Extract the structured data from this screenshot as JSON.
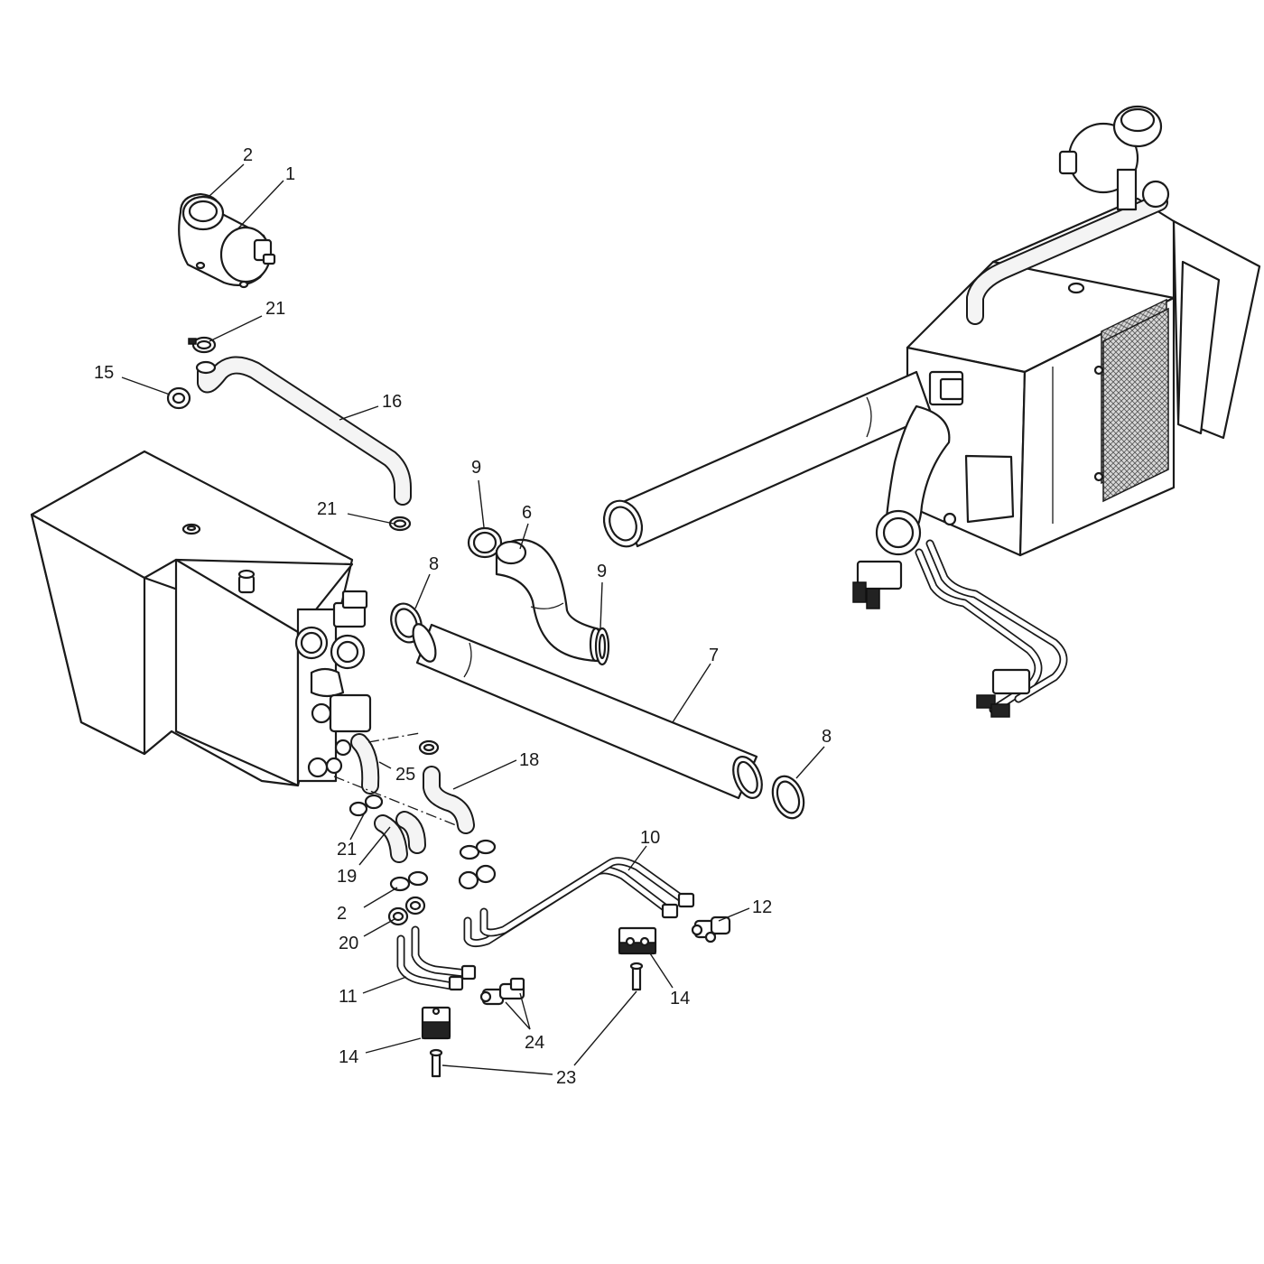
{
  "callouts": [
    {
      "id": "c1",
      "label": "1"
    },
    {
      "id": "c2a",
      "label": "2"
    },
    {
      "id": "c21a",
      "label": "21"
    },
    {
      "id": "c15",
      "label": "15"
    },
    {
      "id": "c16",
      "label": "16"
    },
    {
      "id": "c21b",
      "label": "21"
    },
    {
      "id": "c9a",
      "label": "9"
    },
    {
      "id": "c6",
      "label": "6"
    },
    {
      "id": "c8a",
      "label": "8"
    },
    {
      "id": "c9b",
      "label": "9"
    },
    {
      "id": "c7",
      "label": "7"
    },
    {
      "id": "c8b",
      "label": "8"
    },
    {
      "id": "c25",
      "label": "25"
    },
    {
      "id": "c18",
      "label": "18"
    },
    {
      "id": "c21c",
      "label": "21"
    },
    {
      "id": "c19",
      "label": "19"
    },
    {
      "id": "c2b",
      "label": "2"
    },
    {
      "id": "c20",
      "label": "20"
    },
    {
      "id": "c10",
      "label": "10"
    },
    {
      "id": "c12",
      "label": "12"
    },
    {
      "id": "c14a",
      "label": "14"
    },
    {
      "id": "c11",
      "label": "11"
    },
    {
      "id": "c24",
      "label": "24"
    },
    {
      "id": "c14b",
      "label": "14"
    },
    {
      "id": "c23",
      "label": "23"
    }
  ]
}
